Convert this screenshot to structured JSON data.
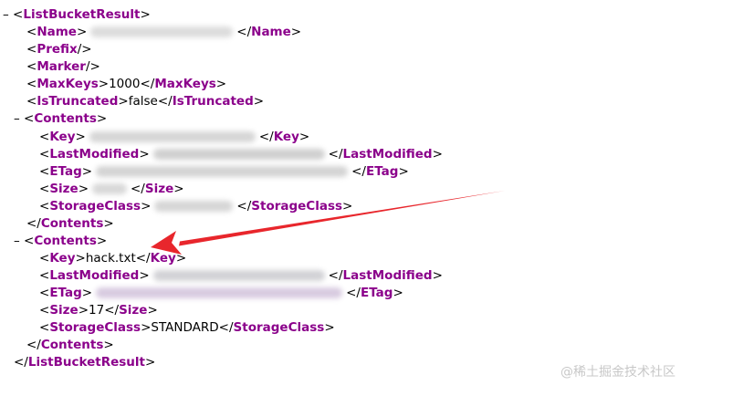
{
  "toggle_symbol": "–",
  "root_tag": "ListBucketResult",
  "fields": {
    "name": "Name",
    "prefix": "Prefix",
    "marker": "Marker",
    "maxkeys": "MaxKeys",
    "maxkeys_value": "1000",
    "istruncated": "IsTruncated",
    "istruncated_value": "false"
  },
  "contents_tag": "Contents",
  "contents_1": {
    "key": "Key",
    "lastmodified": "LastModified",
    "etag": "ETag",
    "size": "Size",
    "storageclass": "StorageClass"
  },
  "contents_2": {
    "key": "Key",
    "key_value": "hack.txt",
    "lastmodified": "LastModified",
    "etag": "ETag",
    "size": "Size",
    "size_value": "17",
    "storageclass": "StorageClass",
    "storageclass_value": "STANDARD"
  },
  "watermark": "@稀土掘金技术社区",
  "colors": {
    "tag": "#8b008b",
    "arrow": "#e8262c"
  }
}
